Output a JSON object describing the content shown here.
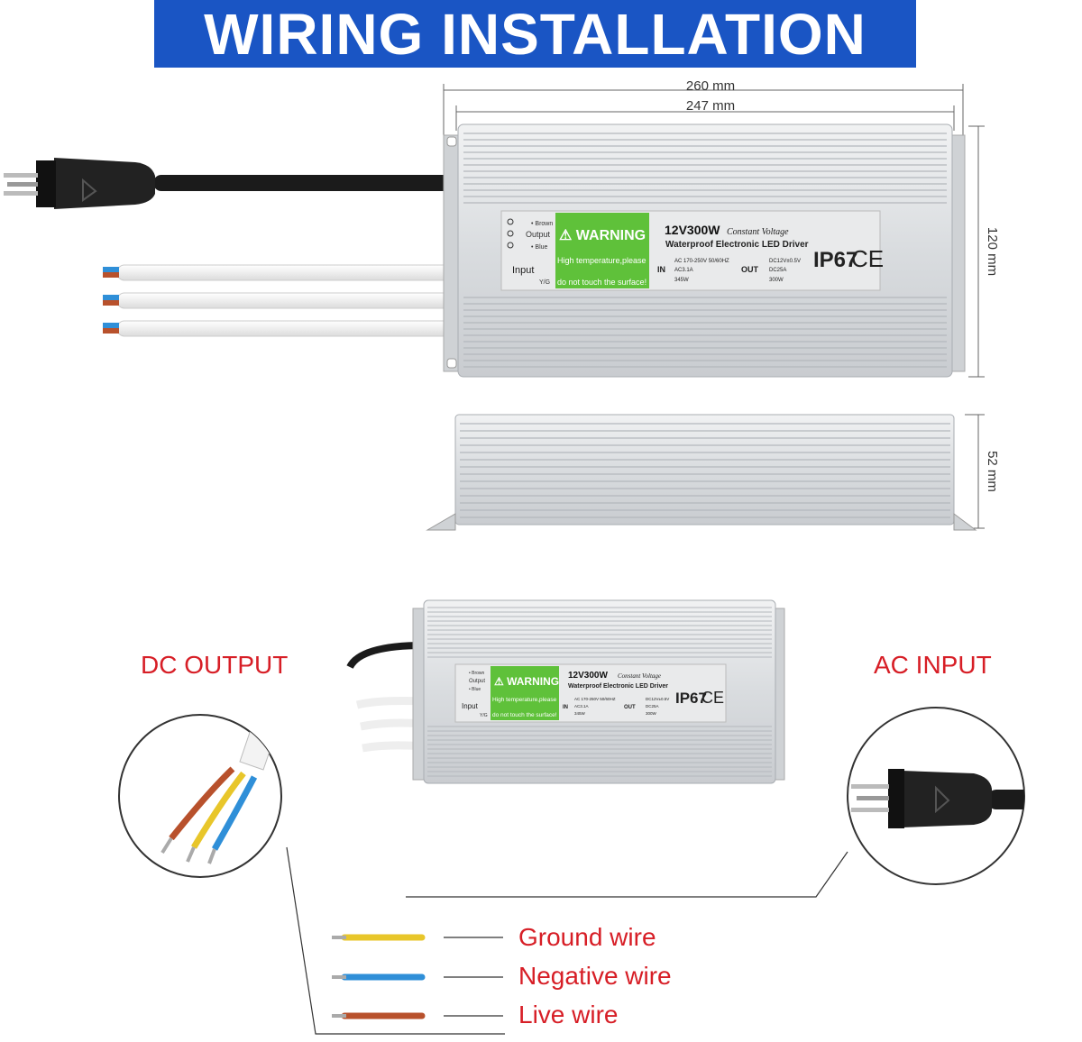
{
  "header": {
    "title": "WIRING INSTALLATION"
  },
  "dimensions": {
    "outer_width": "260 mm",
    "inner_width": "247 mm",
    "height": "120 mm",
    "depth": "52 mm"
  },
  "device_label": {
    "terminal_brown": "• Brown",
    "terminal_output": "Output",
    "terminal_blue": "• Blue",
    "input": "Input",
    "ground": "Y/G",
    "warning_title": "⚠ WARNING",
    "warning_line1": "High temperature,please",
    "warning_line2": "do not touch the surface!",
    "model": "12V300W",
    "mode": "Constant Voltage",
    "description": "Waterproof Electronic LED Driver",
    "in_label": "IN",
    "in_v": "AC 170-250V 50/60HZ",
    "in_i": "AC3.1A",
    "in_p": "345W",
    "out_label": "OUT",
    "out_v": "DC12V±0.5V",
    "out_i": "DC25A",
    "out_p": "300W",
    "rating": "IP67",
    "cert": "CE"
  },
  "callouts": {
    "dc_output": "DC OUTPUT",
    "ac_input": "AC INPUT"
  },
  "legend": [
    {
      "label": "Ground wire",
      "color": "#e8c62a"
    },
    {
      "label": "Negative wire",
      "color": "#2f8fd8"
    },
    {
      "label": "Live wire",
      "color": "#b8512c"
    }
  ],
  "colors": {
    "banner": "#1a55c4",
    "warning_green": "#5fc13a",
    "accent_red": "#d71e26",
    "case_silver": "#dfe2e5"
  }
}
